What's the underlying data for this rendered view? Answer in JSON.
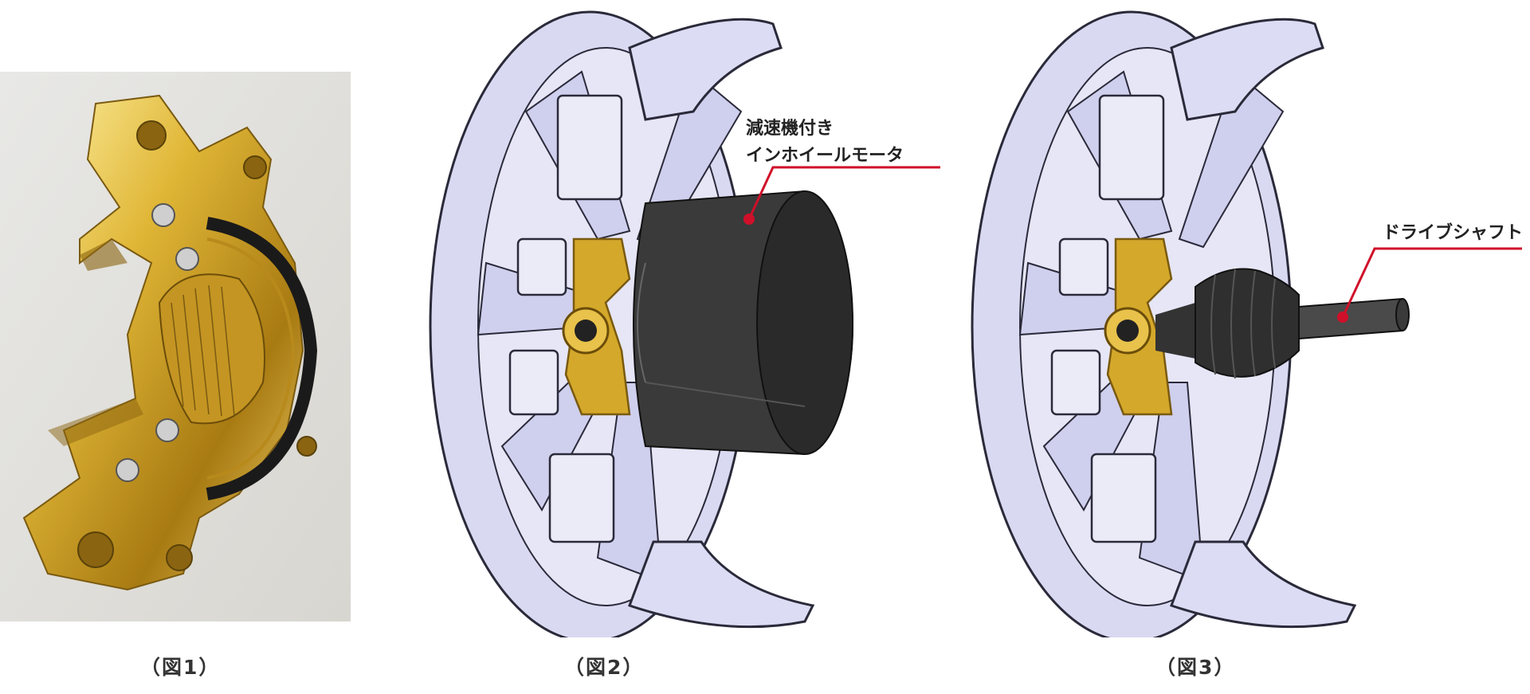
{
  "figures": [
    {
      "caption": "（図1）"
    },
    {
      "caption": "（図2）",
      "callout": {
        "line1": "減速機付き",
        "line2": "インホイールモータ"
      }
    },
    {
      "caption": "（図3）",
      "callout": {
        "line1": "ドライブシャフト"
      }
    }
  ],
  "colors": {
    "gold": "#d4a82a",
    "gold_dark": "#8a6410",
    "wheel": "#d9d9f2",
    "wheel_edge": "#2a2a3a",
    "motor": "#3a3a3a",
    "shaft": "#4a4a4a",
    "callout_line": "#d0102a"
  }
}
